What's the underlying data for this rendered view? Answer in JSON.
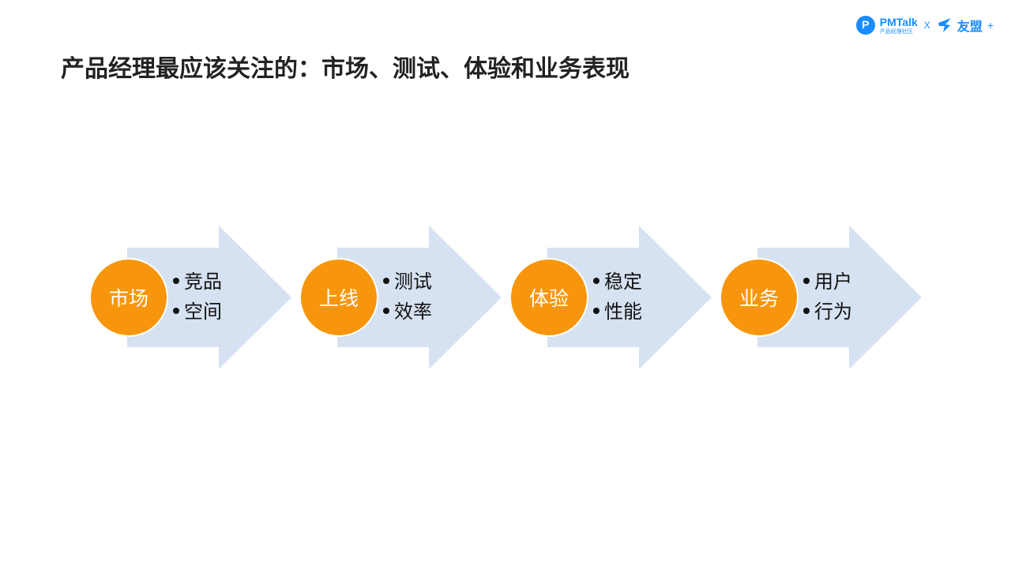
{
  "header": {
    "pmtalk_name": "PMTalk",
    "pmtalk_sub": "产品经理社区",
    "separator": "X",
    "umeng_name": "友盟",
    "umeng_plus": "+"
  },
  "title": "产品经理最应该关注的：市场、测试、体验和业务表现",
  "colors": {
    "circle": "#f7960d",
    "arrow": "#d6e2f1",
    "title": "#222222",
    "brand": "#1a8cff"
  },
  "steps": [
    {
      "label": "市场",
      "items": [
        "竞品",
        "空间"
      ]
    },
    {
      "label": "上线",
      "items": [
        "测试",
        "效率"
      ]
    },
    {
      "label": "体验",
      "items": [
        "稳定",
        "性能"
      ]
    },
    {
      "label": "业务",
      "items": [
        "用户",
        "行为"
      ]
    }
  ]
}
